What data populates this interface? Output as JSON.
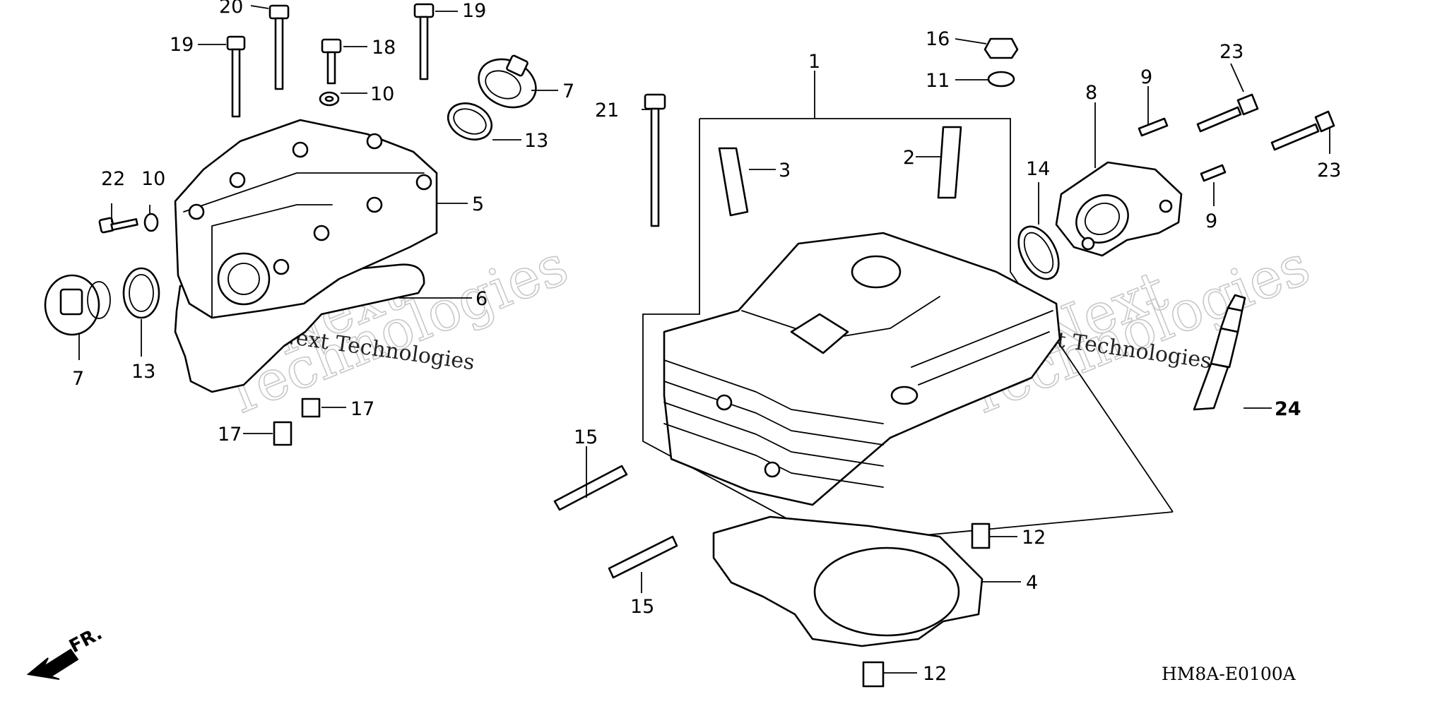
{
  "diagram": {
    "code": "HM8A-E0100A",
    "front_label": "FR.",
    "watermark_line1": "vNext",
    "watermark_line2": "Technologies",
    "watermark_small": "vNext Technologies"
  },
  "callouts": {
    "c1": "1",
    "c2": "2",
    "c3": "3",
    "c4": "4",
    "c5": "5",
    "c6": "6",
    "c7a": "7",
    "c7b": "7",
    "c8": "8",
    "c9a": "9",
    "c9b": "9",
    "c10a": "10",
    "c10b": "10",
    "c11": "11",
    "c12a": "12",
    "c12b": "12",
    "c13a": "13",
    "c13b": "13",
    "c14": "14",
    "c15a": "15",
    "c15b": "15",
    "c16": "16",
    "c17a": "17",
    "c17b": "17",
    "c18": "18",
    "c19a": "19",
    "c19b": "19",
    "c20": "20",
    "c21": "21",
    "c22": "22",
    "c23a": "23",
    "c23b": "23",
    "c24": "24"
  }
}
